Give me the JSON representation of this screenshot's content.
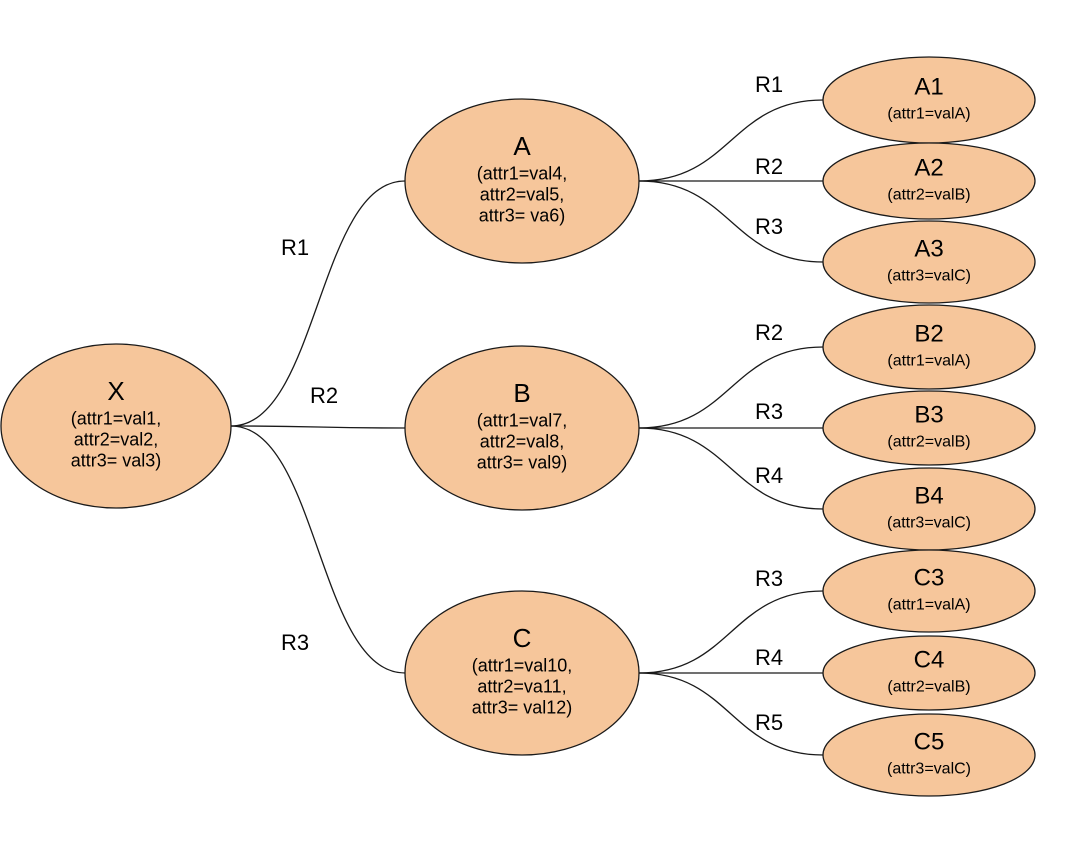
{
  "colors": {
    "node_fill": "#f6c69b",
    "node_stroke": "#1a1a1a",
    "edge": "#1a1a1a"
  },
  "nodes": {
    "X": {
      "title": "X",
      "attrs": [
        "(attr1=val1,",
        "attr2=val2,",
        "attr3= val3)"
      ]
    },
    "A": {
      "title": "A",
      "attrs": [
        "(attr1=val4,",
        "attr2=val5,",
        "attr3= va6)"
      ]
    },
    "B": {
      "title": "B",
      "attrs": [
        "(attr1=val7,",
        "attr2=val8,",
        "attr3= val9)"
      ]
    },
    "C": {
      "title": "C",
      "attrs": [
        "(attr1=val10,",
        "attr2=va11,",
        "attr3= val12)"
      ]
    },
    "A1": {
      "title": "A1",
      "attrs": [
        "(attr1=valA)"
      ]
    },
    "A2": {
      "title": "A2",
      "attrs": [
        "(attr2=valB)"
      ]
    },
    "A3": {
      "title": "A3",
      "attrs": [
        "(attr3=valC)"
      ]
    },
    "B2": {
      "title": "B2",
      "attrs": [
        "(attr1=valA)"
      ]
    },
    "B3": {
      "title": "B3",
      "attrs": [
        "(attr2=valB)"
      ]
    },
    "B4": {
      "title": "B4",
      "attrs": [
        "(attr3=valC)"
      ]
    },
    "C3": {
      "title": "C3",
      "attrs": [
        "(attr1=valA)"
      ]
    },
    "C4": {
      "title": "C4",
      "attrs": [
        "(attr2=valB)"
      ]
    },
    "C5": {
      "title": "C5",
      "attrs": [
        "(attr3=valC)"
      ]
    }
  },
  "edges": [
    {
      "from": "X",
      "to": "A",
      "label": "R1"
    },
    {
      "from": "X",
      "to": "B",
      "label": "R2"
    },
    {
      "from": "X",
      "to": "C",
      "label": "R3"
    },
    {
      "from": "A",
      "to": "A1",
      "label": "R1"
    },
    {
      "from": "A",
      "to": "A2",
      "label": "R2"
    },
    {
      "from": "A",
      "to": "A3",
      "label": "R3"
    },
    {
      "from": "B",
      "to": "B2",
      "label": "R2"
    },
    {
      "from": "B",
      "to": "B3",
      "label": "R3"
    },
    {
      "from": "B",
      "to": "B4",
      "label": "R4"
    },
    {
      "from": "C",
      "to": "C3",
      "label": "R3"
    },
    {
      "from": "C",
      "to": "C4",
      "label": "R4"
    },
    {
      "from": "C",
      "to": "C5",
      "label": "R5"
    }
  ]
}
